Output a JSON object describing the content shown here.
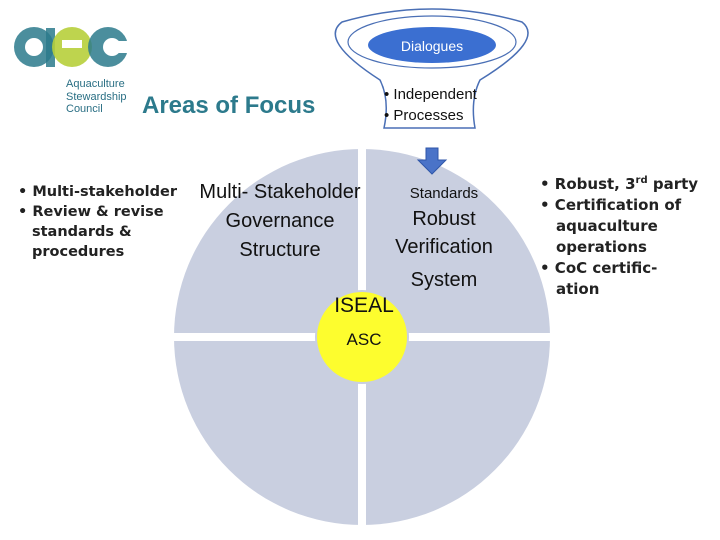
{
  "logo": {
    "lines": [
      "Aquaculture",
      "Stewardship",
      "Council"
    ],
    "icon": "asc-logo"
  },
  "title": "Areas of Focus",
  "dialogues": "Dialogues",
  "funnel_bullets": [
    "• Independent",
    "• Processes"
  ],
  "left_bullets": {
    "b1": "• Multi-stakeholder",
    "b2": "• Review & revise",
    "b3": "standards &",
    "b4": "procedures"
  },
  "quadrants": {
    "governance": [
      "Multi- Stakeholder",
      "Governance",
      "Structure"
    ],
    "standards_small": "Standards",
    "standards": [
      "Robust",
      "Verification"
    ],
    "system": "System"
  },
  "center": {
    "line1": "ISEAL",
    "line2": "ASC"
  },
  "right_bullets": {
    "b1_pre": "• Robust, 3",
    "b1_sup": "rd",
    "b1_post": " party",
    "b2": "• Certification of",
    "b3": "aquaculture",
    "b4": "operations",
    "b5": "• CoC certific-",
    "b6": "ation"
  },
  "colors": {
    "circle": "#c9cfe0",
    "divider": "#ffffff",
    "center": "#fdfd2e",
    "funnel_fill": "#3b6fd1",
    "arrow": "#4a73c8",
    "logo_teal": "#2c7a8c",
    "logo_lime": "#b7cf3b"
  }
}
